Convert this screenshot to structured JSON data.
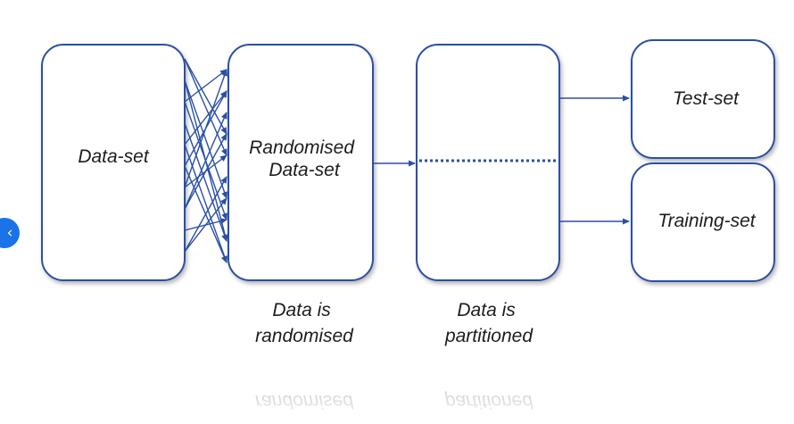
{
  "boxes": {
    "dataset": "Data-set",
    "randomised": [
      "Randomised",
      "Data-set"
    ],
    "partition": "",
    "test": "Test-set",
    "training": "Training-set"
  },
  "captions": {
    "randomised": [
      "Data is",
      "randomised"
    ],
    "partitioned": [
      "Data is",
      "partitioned"
    ]
  },
  "reflection": {
    "randomised": "randomised",
    "partitioned": "partitioned"
  },
  "nav": {
    "back_icon": "chevron-left-icon",
    "back_glyph": "‹",
    "accent": "#1a73e8"
  },
  "colors": {
    "stroke": "#2a4fa5",
    "text": "#1d1d1d"
  }
}
